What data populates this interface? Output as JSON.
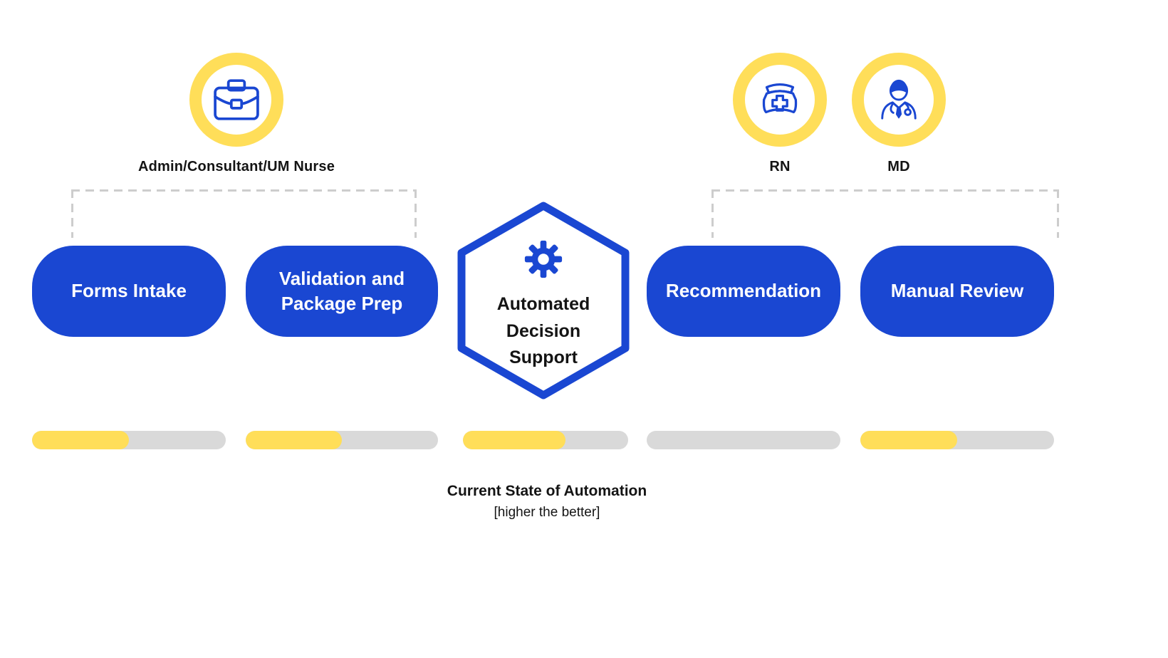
{
  "colors": {
    "accent_blue": "#1a47d2",
    "accent_yellow": "#ffde59",
    "track_gray": "#d9d9d9",
    "dash_gray": "#cdcdcd",
    "text_black": "#141414"
  },
  "roles": [
    {
      "id": "admin",
      "label": "Admin/Consultant/UM Nurse",
      "icon": "briefcase-icon",
      "covers_stages": [
        "Forms Intake",
        "Validation and Package Prep"
      ]
    },
    {
      "id": "rn",
      "label": "RN",
      "icon": "nurse-cap-icon",
      "covers_stages": [
        "Recommendation",
        "Manual Review"
      ]
    },
    {
      "id": "md",
      "label": "MD",
      "icon": "doctor-icon",
      "covers_stages": [
        "Recommendation",
        "Manual Review"
      ]
    }
  ],
  "stages": [
    {
      "label": "Forms Intake",
      "shape": "rounded-box",
      "automation_pct": 50
    },
    {
      "label": "Validation and Package Prep",
      "shape": "rounded-box",
      "automation_pct": 50
    },
    {
      "label": "Automated Decision Support",
      "shape": "hexagon",
      "icon": "gear-icon",
      "automation_pct": 62
    },
    {
      "label": "Recommendation",
      "shape": "rounded-box",
      "automation_pct": 0
    },
    {
      "label": "Manual Review",
      "shape": "rounded-box",
      "automation_pct": 50
    }
  ],
  "caption": {
    "title": "Current State of Automation",
    "subtitle": "[higher the better]"
  }
}
